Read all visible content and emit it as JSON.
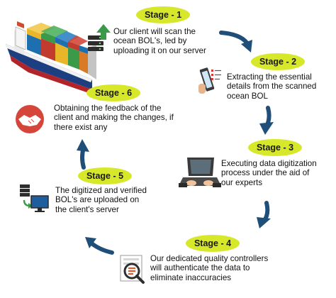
{
  "colors": {
    "badge": "#d7e82a",
    "arrow": "#1f4e78",
    "text": "#111111"
  },
  "stages": [
    {
      "label": "Stage - 1",
      "icon": "server-upload-icon",
      "lines": [
        "Our client will scan the",
        "ocean BOL's, led by",
        "uploading it on our server"
      ]
    },
    {
      "label": "Stage - 2",
      "icon": "phone-checklist-icon",
      "lines": [
        "Extracting the essential",
        "details from the scanned",
        "ocean BOL"
      ]
    },
    {
      "label": "Stage - 3",
      "icon": "laptop-typing-icon",
      "lines": [
        "Executing data digitization",
        "process under the aid of",
        "our experts"
      ]
    },
    {
      "label": "Stage - 4",
      "icon": "magnifier-document-icon",
      "lines": [
        "Our dedicated quality controllers",
        "will authenticate the data to",
        "eliminate inaccuracies"
      ]
    },
    {
      "label": "Stage - 5",
      "icon": "server-monitor-icon",
      "lines": [
        "The digitized and verified",
        "BOL's are uploaded on",
        "the client's server"
      ]
    },
    {
      "label": "Stage - 6",
      "icon": "handshake-icon",
      "lines": [
        "Obtaining the feedback of the",
        "client and making the changes, if",
        "there exist any"
      ]
    }
  ],
  "illustration": "cargo-ship-icon"
}
